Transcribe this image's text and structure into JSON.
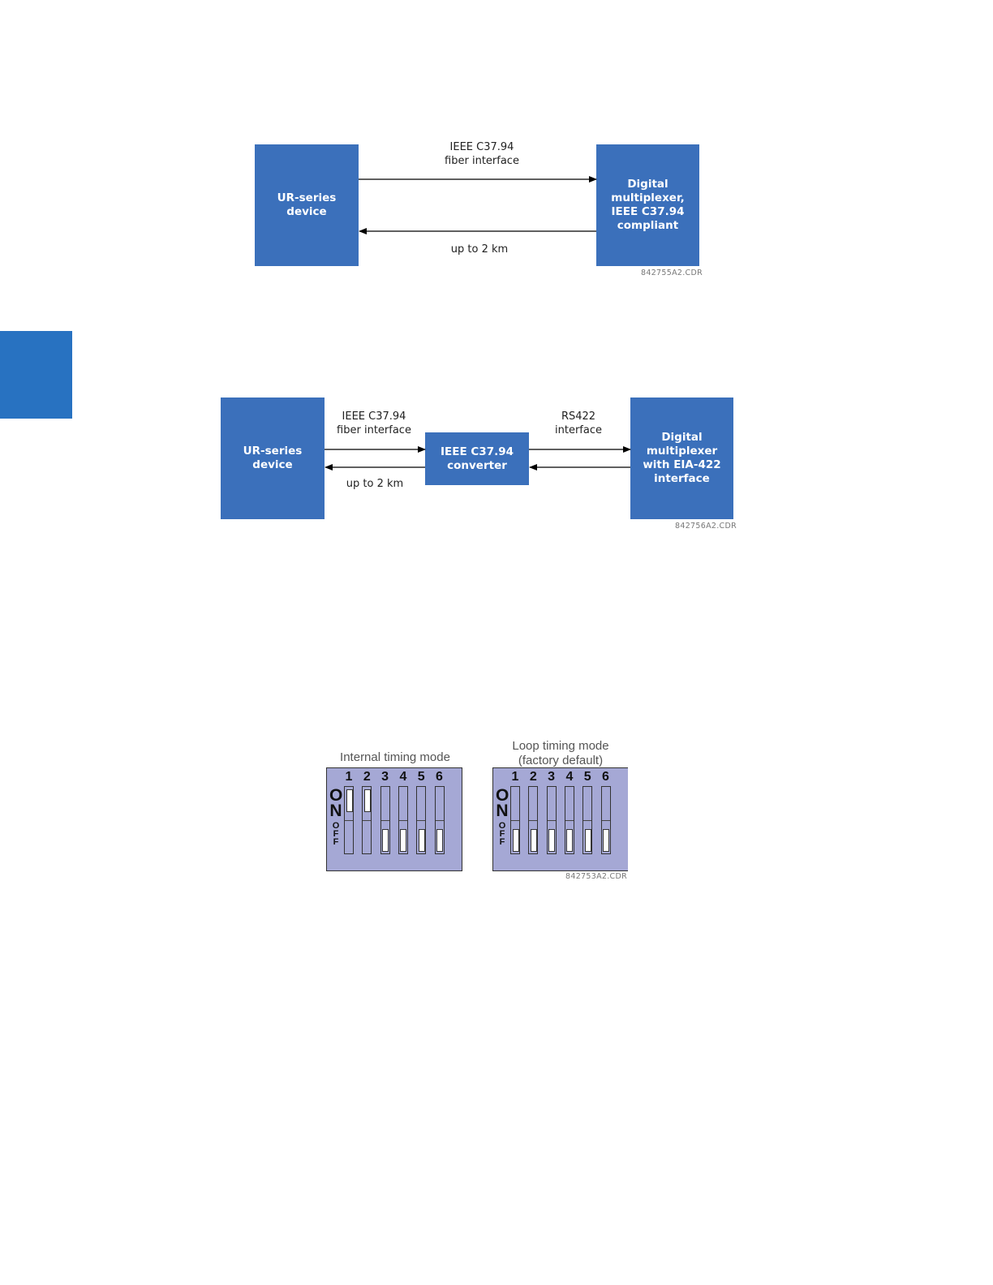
{
  "diagram1": {
    "left_box": "UR-series\ndevice",
    "right_box": "Digital\nmultiplexer,\nIEEE C37.94\ncompliant",
    "top_label": "IEEE C37.94\nfiber interface",
    "bottom_label": "up to 2 km",
    "code": "842755A2.CDR"
  },
  "diagram2": {
    "left_box": "UR-series\ndevice",
    "middle_box": "IEEE C37.94\nconverter",
    "right_box": "Digital\nmultiplexer\nwith EIA-422\ninterface",
    "label_left_top": "IEEE C37.94\nfiber interface",
    "label_left_bottom": "up to 2 km",
    "label_right_top": "RS422\ninterface",
    "code": "842756A2.CDR"
  },
  "dip": {
    "internal": {
      "title": "Internal timing mode",
      "on_label": "O\nN",
      "off_label": "O\nF\nF",
      "switches": [
        {
          "num": "1",
          "state": "on"
        },
        {
          "num": "2",
          "state": "on"
        },
        {
          "num": "3",
          "state": "off"
        },
        {
          "num": "4",
          "state": "off"
        },
        {
          "num": "5",
          "state": "off"
        },
        {
          "num": "6",
          "state": "off"
        }
      ]
    },
    "loop": {
      "title": "Loop timing mode\n(factory default)",
      "on_label": "O\nN",
      "off_label": "O\nF\nF",
      "switches": [
        {
          "num": "1",
          "state": "off"
        },
        {
          "num": "2",
          "state": "off"
        },
        {
          "num": "3",
          "state": "off"
        },
        {
          "num": "4",
          "state": "off"
        },
        {
          "num": "5",
          "state": "off"
        },
        {
          "num": "6",
          "state": "off"
        }
      ]
    },
    "code": "842753A2.CDR"
  }
}
